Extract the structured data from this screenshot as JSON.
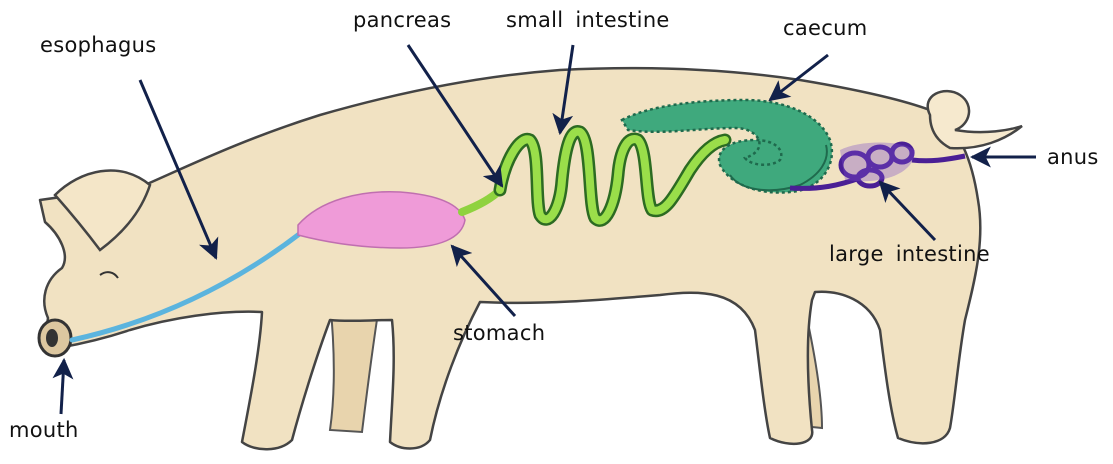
{
  "labels": {
    "esophagus": "esophagus",
    "pancreas": "pancreas",
    "small_intestine": "small intestine",
    "caecum": "caecum",
    "anus": "anus",
    "large_intestine": "large intestine",
    "stomach": "stomach",
    "mouth": "mouth"
  },
  "colors": {
    "body_fill": "#f1e2c2",
    "outline": "#444444",
    "esophagus": "#5bb4de",
    "stomach": "#ef9bd8",
    "small_intestine": "#8fd23f",
    "caecum": "#2f9f74",
    "large_intestine": "#5a2aa8",
    "arrow": "#12214a"
  }
}
